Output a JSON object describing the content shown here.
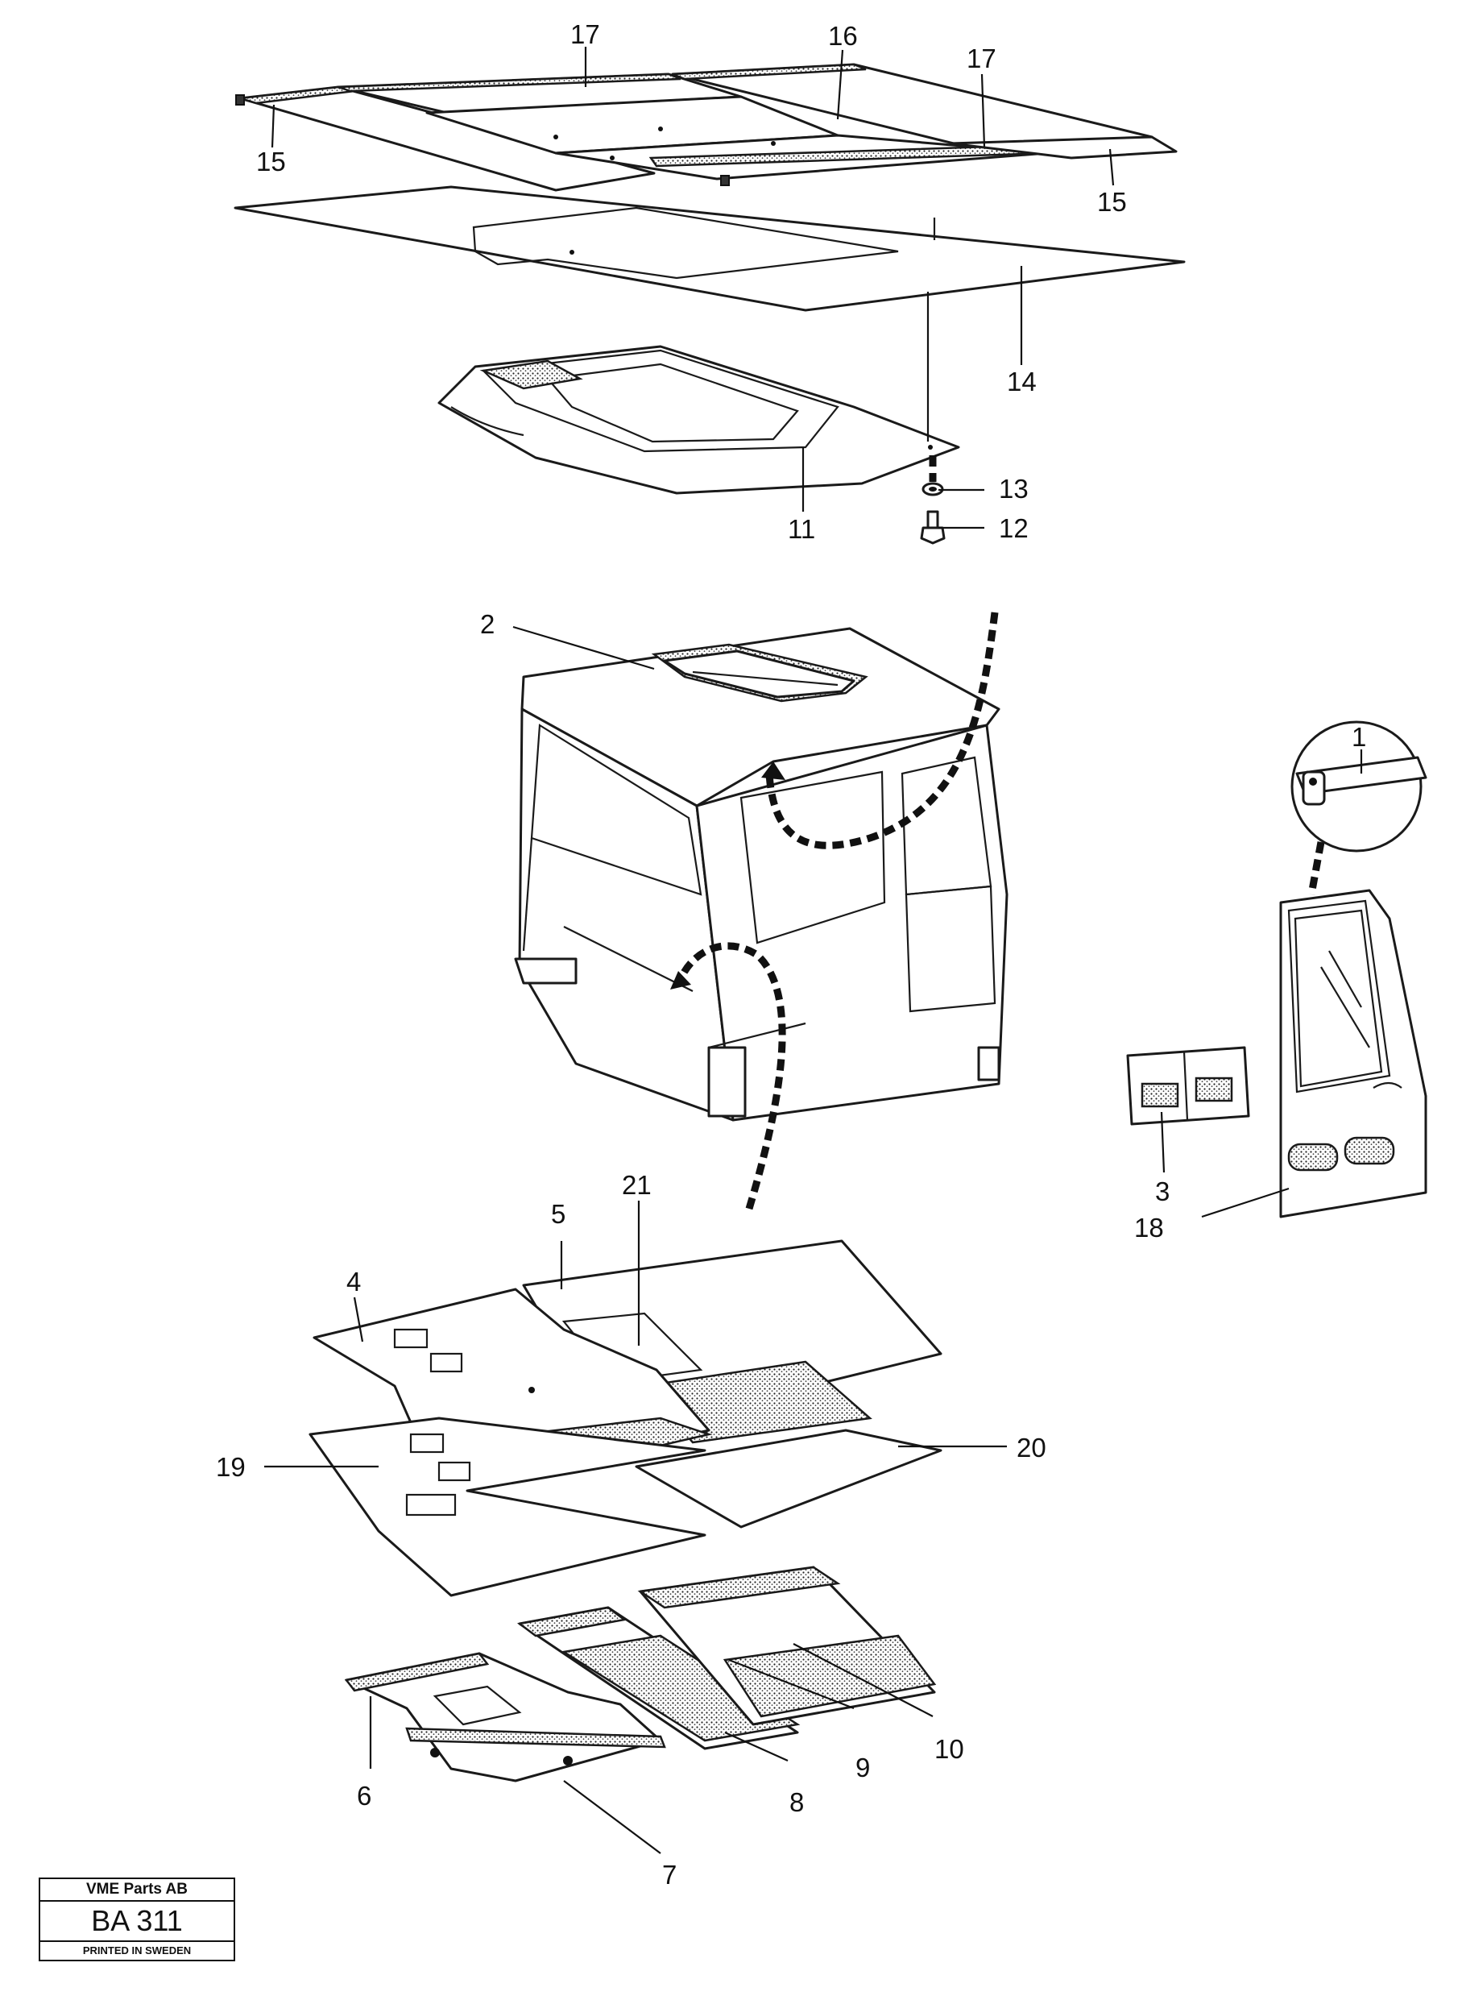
{
  "labels": {
    "l1": "1",
    "l2": "2",
    "l3": "3",
    "l4": "4",
    "l5": "5",
    "l6": "6",
    "l7": "7",
    "l8": "8",
    "l9": "9",
    "l10": "10",
    "l11": "11",
    "l12": "12",
    "l13": "13",
    "l14": "14",
    "l15a": "15",
    "l15b": "15",
    "l16": "16",
    "l17a": "17",
    "l17b": "17",
    "l18": "18",
    "l19": "19",
    "l20": "20",
    "l21": "21"
  },
  "stamp": {
    "company": "VME Parts AB",
    "code": "BA 311",
    "printed": "PRINTED IN SWEDEN"
  }
}
